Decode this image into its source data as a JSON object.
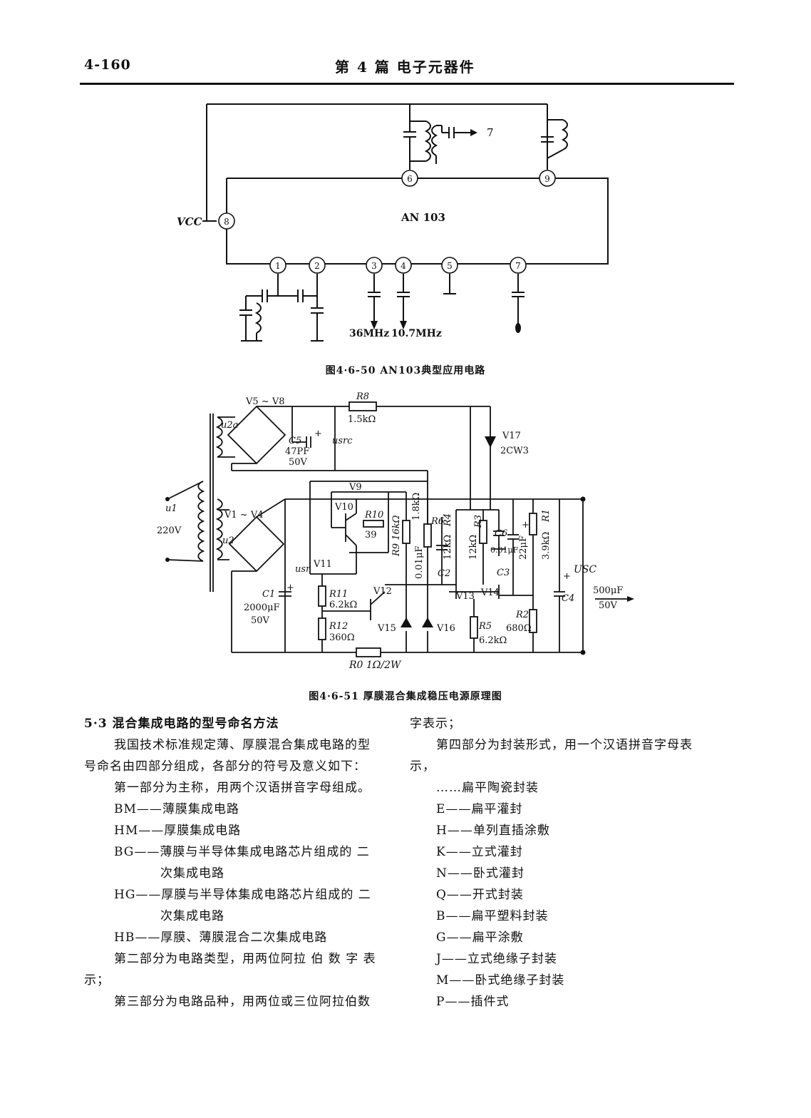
{
  "header": {
    "page_number": "4-160",
    "title": "第 4 篇   电子元器件"
  },
  "figure1": {
    "caption": "图4·6-50   AN103典型应用电路",
    "chip": "AN 103",
    "vcc": "VCC",
    "pins": [
      "1",
      "2",
      "3",
      "4",
      "5",
      "6",
      "7",
      "8",
      "9"
    ],
    "output_label": "7",
    "freq1": "36MHz",
    "freq2": "10.7MHz"
  },
  "figure2": {
    "caption": "图4·6-51   厚膜混合集成稳压电源原理图",
    "labels": {
      "v5_v8": "V5 ~ V8",
      "r8": "R8",
      "r8_val": "1.5kΩ",
      "u2a": "u2a",
      "c5": "C5",
      "c5_val1": "47PF",
      "c5_val2": "50V",
      "usrc": "usrc",
      "v17": "V17",
      "v17_val": "2CW3",
      "u1": "u1",
      "v220": "220V",
      "v1_v4": "V1 ~ V4",
      "u2": "u2",
      "v9": "V9",
      "v10": "V10",
      "r10": "R10",
      "r10_val": "39",
      "v11": "V11",
      "r9": "R9 16kΩ",
      "c_001": "0.01μF",
      "r1_8k": "1.8kΩ",
      "r6": "R6",
      "r4": "R4",
      "r4_val": "12kΩ",
      "c2": "C2",
      "r3": "R3",
      "r3_val": "12kΩ",
      "c6": "C6",
      "c6_val": "0.01μF",
      "c3": "C3",
      "c22": "22μF",
      "r1": "R1",
      "r1_val": "3.9kΩ",
      "c1": "C1",
      "c1_val1": "2000μF",
      "c1_val2": "50V",
      "usr": "usr",
      "r11": "R11",
      "r11_val": "6.2kΩ",
      "v12": "V12",
      "r12": "R12",
      "r12_val": "360Ω",
      "v15": "V15",
      "v16": "V16",
      "v13": "V13",
      "v14": "V14",
      "r5": "R5",
      "r5_val": "6.2kΩ",
      "r2": "R2",
      "r2_val": "680Ω",
      "c4": "C4",
      "usc": "USC",
      "c4_val1": "500μF",
      "c4_val2": "50V",
      "r0": "R0 1Ω/2W",
      "plus": "+"
    }
  },
  "section": {
    "title": "5·3   混合集成电路的型号命名方法",
    "left_lines": [
      "我国技术标准规定薄、厚膜混合集成电路的型",
      "号命名由四部分组成，各部分的符号及意义如下：",
      "第一部分为主称，用两个汉语拼音字母组成。",
      "BM——薄膜集成电路",
      "HM——厚膜集成电路",
      "BG——薄膜与半导体集成电路芯片组成的 二",
      "次集成电路",
      "HG——厚膜与半导体集成电路芯片组成的 二",
      "次集成电路",
      "HB——厚膜、薄膜混合二次集成电路",
      "第二部分为电路类型，用两位阿拉 伯 数 字 表",
      "示；",
      "第三部分为电路品种，用两位或三位阿拉伯数"
    ],
    "right_lines": [
      "字表示；",
      "第四部分为封装形式，用一个汉语拼音字母表",
      "示，",
      "……扁平陶瓷封装",
      "E——扁平灌封",
      "H——单列直插涂敷",
      "K——立式灌封",
      "N——卧式灌封",
      "Q——开式封装",
      "B——扁平塑料封装",
      "G——扁平涂敷",
      "J——立式绝缘子封装",
      "M——卧式绝缘子封装",
      "P——插件式"
    ]
  }
}
